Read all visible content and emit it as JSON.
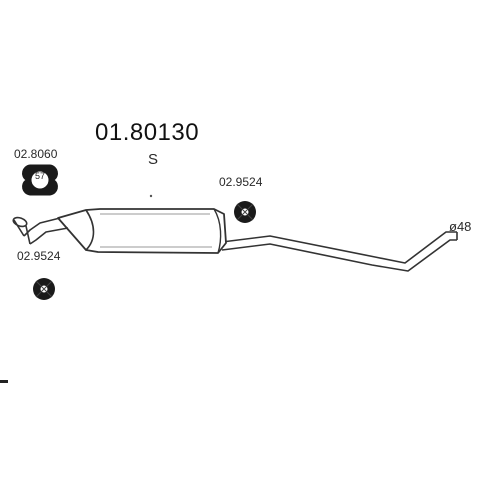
{
  "part": {
    "number": "01.80130",
    "variant": "S"
  },
  "components": {
    "gasket_code": "02.8060",
    "gasket_badge": "57",
    "mount_top_code": "02.9524",
    "mount_bottom_code": "02.9524"
  },
  "pipe": {
    "diameter_label": "ø48"
  },
  "colors": {
    "line": "#333333",
    "fill": "#ffffff",
    "dark": "#1a1a1a"
  }
}
